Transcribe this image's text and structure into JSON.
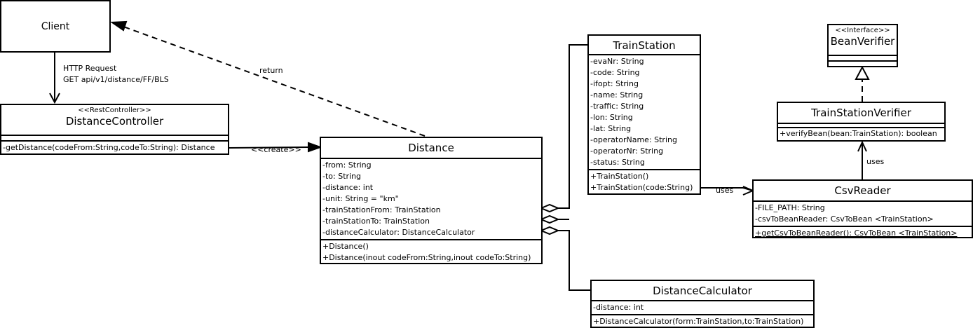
{
  "classes": {
    "client": {
      "name": "Client"
    },
    "distance_controller": {
      "stereotype": "<<RestController>>",
      "name": "DistanceController",
      "operations": [
        "-getDistance(codeFrom:String,codeTo:String): Distance"
      ]
    },
    "distance": {
      "name": "Distance",
      "attributes": [
        "-from: String",
        "-to: String",
        "-distance: int",
        "-unit: String = \"km\"",
        "-trainStationFrom: TrainStation",
        "-trainStationTo: TrainStation",
        "-distanceCalculator: DistanceCalculator"
      ],
      "operations": [
        "+Distance()",
        "+Distance(inout codeFrom:String,inout codeTo:String)"
      ]
    },
    "train_station": {
      "name": "TrainStation",
      "attributes": [
        "-evaNr: String",
        "-code: String",
        "-ifopt: String",
        "-name: String",
        "-traffic: String",
        "-lon: String",
        "-lat: String",
        "-operatorName: String",
        "-operatorNr: String",
        "-status: String"
      ],
      "operations": [
        "+TrainStation()",
        "+TrainStation(code:String)"
      ]
    },
    "distance_calculator": {
      "name": "DistanceCalculator",
      "attributes": [
        "-distance: int"
      ],
      "operations": [
        "+DistanceCalculator(form:TrainStation,to:TrainStation)"
      ]
    },
    "bean_verifier": {
      "stereotype": "<<Interface>>",
      "name": "BeanVerifier"
    },
    "train_station_verifier": {
      "name": "TrainStationVerifier",
      "operations": [
        "+verifyBean(bean:TrainStation): boolean"
      ]
    },
    "csv_reader": {
      "name": "CsvReader",
      "attributes": [
        "-FILE_PATH: String",
        "-csvToBeanReader: CsvToBean <TrainStation>"
      ],
      "operations": [
        "+getCsvToBeanReader(): CsvToBean <TrainStation>"
      ]
    }
  },
  "edge_labels": {
    "http_request": "HTTP Request",
    "http_get": "GET api/v1/distance/FF/BLS",
    "return": "return",
    "create": "<<create>>",
    "uses_station": "uses",
    "uses_verifier": "uses"
  }
}
